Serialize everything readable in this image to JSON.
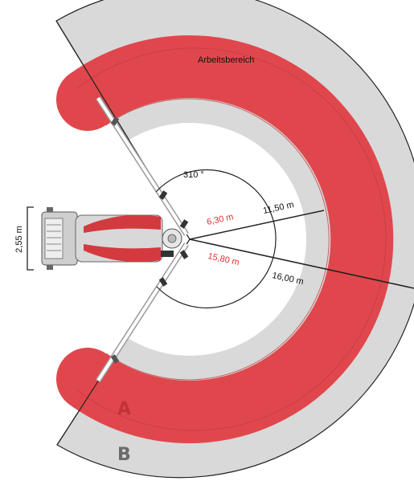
{
  "diagram": {
    "area_label": "Arbeitsbereich",
    "angle_label": "310 °",
    "width_label": "2,55 m",
    "radius_inner_red": "6,30 m",
    "radius_outer_red": "15,80 m",
    "radius_inner_black": "11,50 m",
    "radius_outer_black": "16,00 m",
    "zone_a": "A",
    "zone_b": "B"
  },
  "colors": {
    "zone_a_fill": "#e0474c",
    "zone_b_fill": "#d9d9d9",
    "zone_a_letter": "#c23338",
    "zone_b_letter": "#6b6b6b",
    "red_text": "#e03030",
    "line": "#222222"
  }
}
